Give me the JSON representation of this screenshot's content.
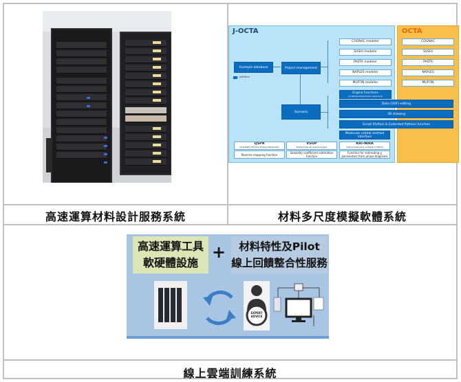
{
  "table": {
    "row1": {
      "left": {
        "image": "server-rack-photo",
        "caption": "高速運算材料設計服務系統"
      },
      "right": {
        "image": "j-octa-diagram",
        "caption": "材料多尺度模擬軟體系統",
        "diagram": {
          "title_left": "J-OCTA",
          "title_right": "OCTA",
          "example_database": "Example database",
          "project_management": "Project management",
          "scenario": "Scenario",
          "legend": "platform",
          "modelers": [
            "COGNAC modeler",
            "SUSHI modeler",
            "PASTA modeler",
            "NAPLES modeler",
            "MUFFIN modeler"
          ],
          "octa_engines": [
            "COGNAC",
            "SUSHI",
            "PASTA",
            "NAPLES",
            "MUFFIN"
          ],
          "engine_functions": "Engine functions",
          "engine_functions_sub": "(local/remote/parallel supported)",
          "wide_functions": [
            "Data (UDF) editing",
            "3D drawing",
            "Script (Python & Extended Python) function"
          ],
          "molecular_orbital": "Molecular orbital method interface",
          "bottom_boxes": [
            {
              "title": "QSPR",
              "sub": "(Quantitative Structure Property Relationship)"
            },
            {
              "title": "VSOP",
              "sub": "Parallel molecular dynamics engine"
            },
            {
              "title": "KRI-NIRA",
              "sub": "(high accurate group contribution method)"
            },
            {
              "title": "Reverse mapping function",
              "sub": ""
            },
            {
              "title": "Solubility coefficient estimation function",
              "sub": ""
            },
            {
              "title": "Function for estimating χ parameters from phase diagrams",
              "sub": ""
            }
          ]
        }
      }
    },
    "row2": {
      "image": "cloud-training-banner",
      "caption": "線上雲端訓練系統",
      "banner": {
        "left_line1": "高速運算工具",
        "left_line2": "軟硬體設施",
        "plus": "+",
        "right_line1": "材料特性及Pilot",
        "right_line2": "線上回饋整合性服務",
        "expert_badge": "EXPERT ADVICE"
      }
    }
  },
  "colors": {
    "border": "#c0c0c0",
    "jocta_bg": "#b9e3f8",
    "octa_bg": "#fbbf4c",
    "function_blue": "#0b6cc0",
    "banner_bg": "#a9c5e4"
  }
}
